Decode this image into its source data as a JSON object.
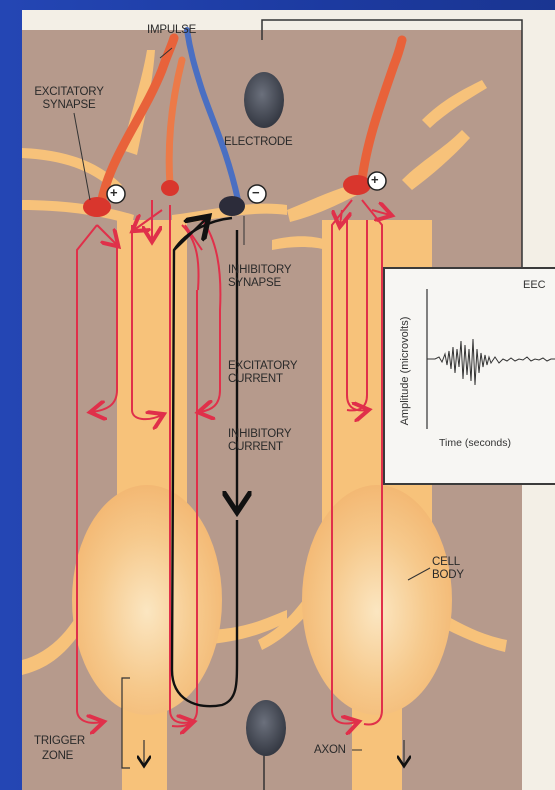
{
  "labels": {
    "impulse": "IMPULSE",
    "excitatory_synapse_1": "EXCITATORY",
    "excitatory_synapse_2": "SYNAPSE",
    "electrode": "ELECTRODE",
    "inhibitory_synapse_1": "INHIBITORY",
    "inhibitory_synapse_2": "SYNAPSE",
    "excitatory_current_1": "EXCITATORY",
    "excitatory_current_2": "CURRENT",
    "inhibitory_current_1": "INHIBITORY",
    "inhibitory_current_2": "CURRENT",
    "cell_body_1": "CELL",
    "cell_body_2": "BODY",
    "trigger_zone_1": "TRIGGER",
    "trigger_zone_2": "ZONE",
    "axon": "AXON",
    "plus": "+",
    "minus": "−"
  },
  "eeg_inset": {
    "title": "EEC",
    "ylabel": "Amplitude (microvolts)",
    "xlabel": "Time (seconds)"
  },
  "colors": {
    "slide_background": "#1f3d9e",
    "figure_background": "#f3efe6",
    "neuron": "#f7c27a",
    "excitatory_axon": "#e8623a",
    "inhibitory_axon": "#4a6fc2",
    "current_arrows": "#e0304a",
    "inhibitory_current": "#111111",
    "electrode": "#4a4f5a"
  }
}
